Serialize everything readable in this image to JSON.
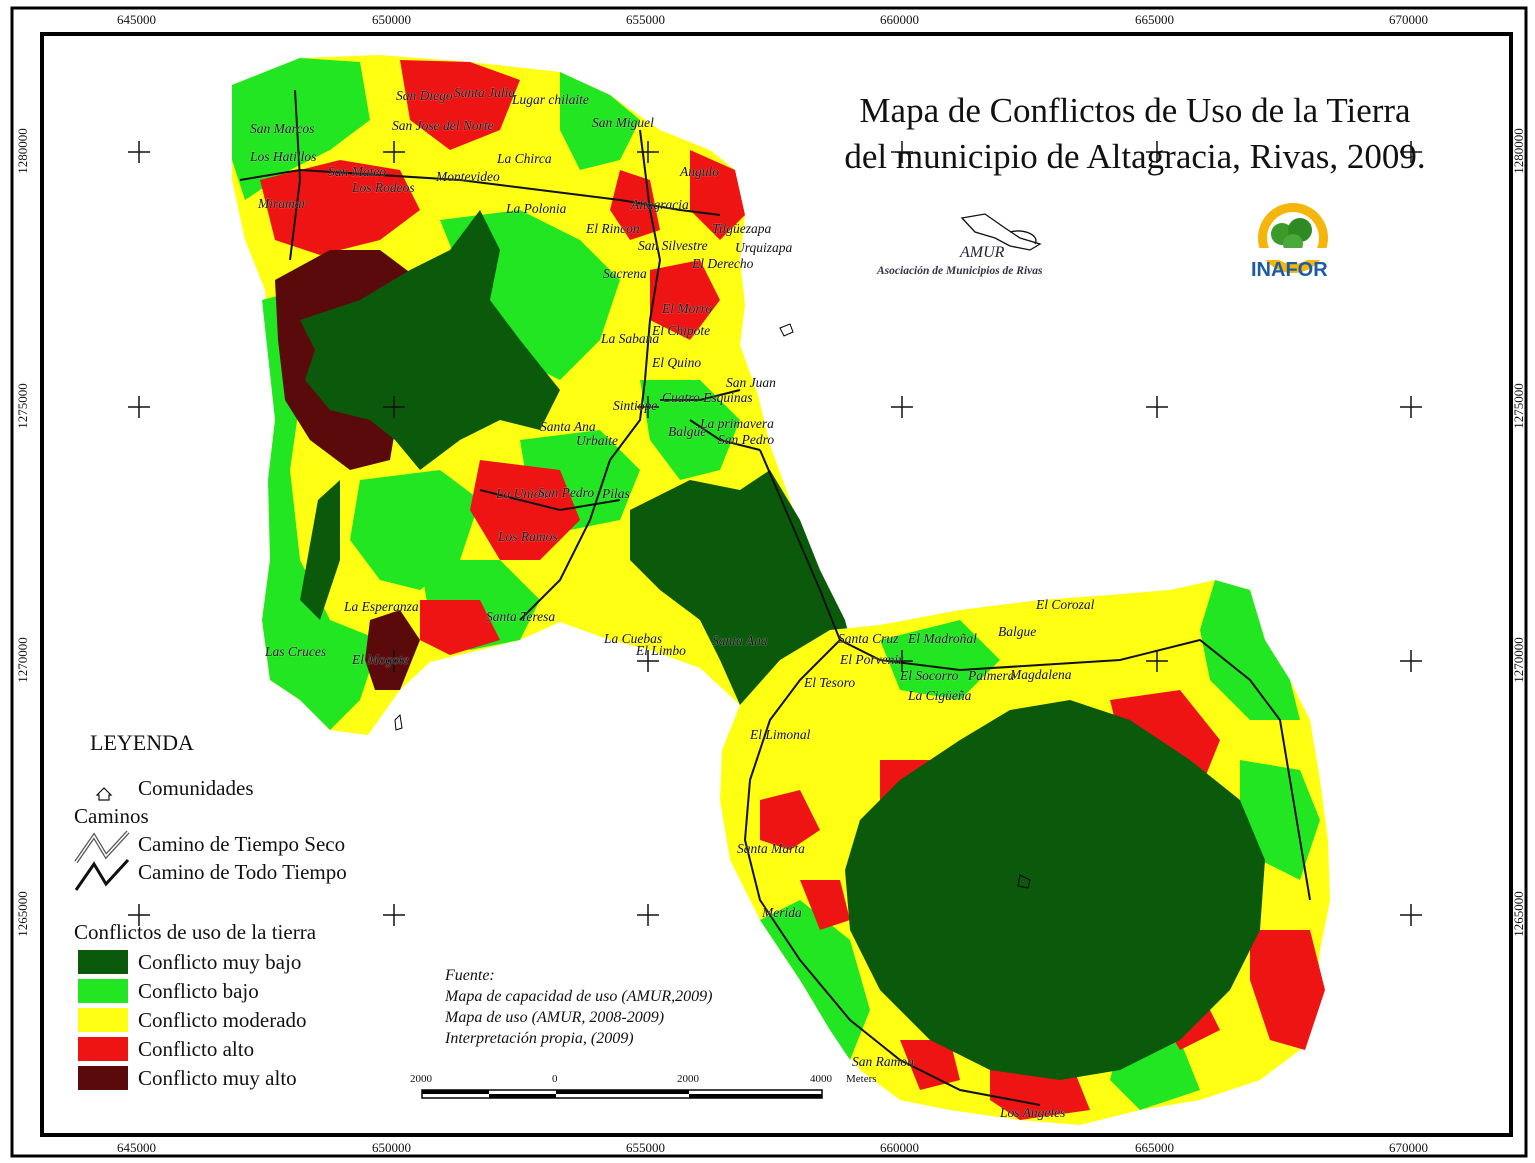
{
  "title_line1": "Mapa de Conflictos de Uso de la Tierra",
  "title_line2": "del municipio de Altagracia, Rivas, 2009.",
  "logos": {
    "amur_text": "AMUR",
    "amur_subtitle": "Asociación de Municipios de Rivas",
    "inafor_text": "INAFOR"
  },
  "coords": {
    "top": [
      "645000",
      "650000",
      "655000",
      "660000",
      "665000",
      "670000"
    ],
    "bottom": [
      "645000",
      "650000",
      "655000",
      "660000",
      "665000",
      "670000"
    ],
    "left": [
      "1280000",
      "1275000",
      "1270000",
      "1265000"
    ],
    "right": [
      "1280000",
      "1275000",
      "1270000",
      "1265000"
    ]
  },
  "legend": {
    "heading": "LEYENDA",
    "communities": "Comunidades",
    "roads_heading": "Caminos",
    "road_dry": "Camino de Tiempo Seco",
    "road_all": "Camino de Todo Tiempo",
    "conflicts_heading": "Conflictos de uso de la tierra",
    "classes": [
      {
        "label": "Conflicto muy bajo",
        "color": "#0b5a0b"
      },
      {
        "label": "Conflicto bajo",
        "color": "#22e622"
      },
      {
        "label": "Conflicto moderado",
        "color": "#ffff14"
      },
      {
        "label": "Conflicto alto",
        "color": "#ee1414"
      },
      {
        "label": "Conflicto muy alto",
        "color": "#5a0a0a"
      }
    ]
  },
  "source": {
    "heading": "Fuente:",
    "line1": "Mapa de capacidad de uso (AMUR,2009)",
    "line2": "Mapa de uso (AMUR, 2008-2009)",
    "line3": "Interpretación propia, (2009)"
  },
  "scale": {
    "labels": [
      "2000",
      "0",
      "2000",
      "4000"
    ],
    "unit": "Meters"
  },
  "places": [
    {
      "name": "San Diego",
      "id": "san-diego"
    },
    {
      "name": "Santa Julia",
      "id": "santa-julia"
    },
    {
      "name": "Lugar chilaite",
      "id": "lugar-chilaite"
    },
    {
      "name": "San Marcos",
      "id": "san-marcos"
    },
    {
      "name": "San Jose del Norte",
      "id": "san-jose-del-norte"
    },
    {
      "name": "San Miguel",
      "id": "san-miguel"
    },
    {
      "name": "Los Hatillos",
      "id": "los-hatillos"
    },
    {
      "name": "La Chirca",
      "id": "la-chirca"
    },
    {
      "name": "San Mateo",
      "id": "san-mateo"
    },
    {
      "name": "Los Rodeos",
      "id": "los-rodeos"
    },
    {
      "name": "Montevideo",
      "id": "montevideo"
    },
    {
      "name": "Angulo",
      "id": "angulo"
    },
    {
      "name": "Miramar",
      "id": "miramar"
    },
    {
      "name": "La Polonia",
      "id": "la-polonia"
    },
    {
      "name": "Altagracia",
      "id": "altagracia"
    },
    {
      "name": "El Rincon",
      "id": "el-rincon"
    },
    {
      "name": "Tilgüezapa",
      "id": "tilguezapa"
    },
    {
      "name": "San Silvestre",
      "id": "san-silvestre"
    },
    {
      "name": "Urquizapa",
      "id": "urquizapa"
    },
    {
      "name": "El Derecho",
      "id": "el-derecho"
    },
    {
      "name": "Sacrena",
      "id": "sacrena"
    },
    {
      "name": "El Morro",
      "id": "el-morro"
    },
    {
      "name": "El Chipote",
      "id": "el-chipote"
    },
    {
      "name": "La Sabana",
      "id": "la-sabana"
    },
    {
      "name": "El Quino",
      "id": "el-quino"
    },
    {
      "name": "San Juan",
      "id": "san-juan"
    },
    {
      "name": "Sintiope",
      "id": "sintiope"
    },
    {
      "name": "Cuatro Esquinas",
      "id": "cuatro-esquinas"
    },
    {
      "name": "La primavera",
      "id": "la-primavera"
    },
    {
      "name": "Balgüe",
      "id": "balgue"
    },
    {
      "name": "San Pedro",
      "id": "san-pedro"
    },
    {
      "name": "Santa Ana",
      "id": "santa-ana-n"
    },
    {
      "name": "Urbaite",
      "id": "urbaite"
    },
    {
      "name": "La Union",
      "id": "la-union"
    },
    {
      "name": "San Pedro",
      "id": "san-pedro-2"
    },
    {
      "name": "Pilas",
      "id": "pilas"
    },
    {
      "name": "Los Ramos",
      "id": "los-ramos"
    },
    {
      "name": "La Esperanza",
      "id": "la-esperanza"
    },
    {
      "name": "Santa Teresa",
      "id": "santa-teresa"
    },
    {
      "name": "Las Cruces",
      "id": "las-cruces"
    },
    {
      "name": "El Mogote",
      "id": "el-mogote"
    },
    {
      "name": "La Cuebas",
      "id": "la-cuebas"
    },
    {
      "name": "El Limbo",
      "id": "el-limbo"
    },
    {
      "name": "Santa Ana",
      "id": "santa-ana-s"
    },
    {
      "name": "Santa Cruz",
      "id": "santa-cruz"
    },
    {
      "name": "El Madroñal",
      "id": "el-madronal"
    },
    {
      "name": "Balgue",
      "id": "balgue-2"
    },
    {
      "name": "El Corozal",
      "id": "el-corozal"
    },
    {
      "name": "El Porvenir",
      "id": "el-porvenir"
    },
    {
      "name": "El Socorro",
      "id": "el-socorro"
    },
    {
      "name": "Palmera",
      "id": "palmera"
    },
    {
      "name": "Magdalena",
      "id": "magdalena"
    },
    {
      "name": "El Tesoro",
      "id": "el-tesoro"
    },
    {
      "name": "La Cigüeña",
      "id": "la-ciguena"
    },
    {
      "name": "El Limonal",
      "id": "el-limonal"
    },
    {
      "name": "Santa Marta",
      "id": "santa-marta"
    },
    {
      "name": "Merida",
      "id": "merida"
    },
    {
      "name": "San Ramon",
      "id": "san-ramon"
    },
    {
      "name": "Los Angeles",
      "id": "los-angeles"
    }
  ]
}
